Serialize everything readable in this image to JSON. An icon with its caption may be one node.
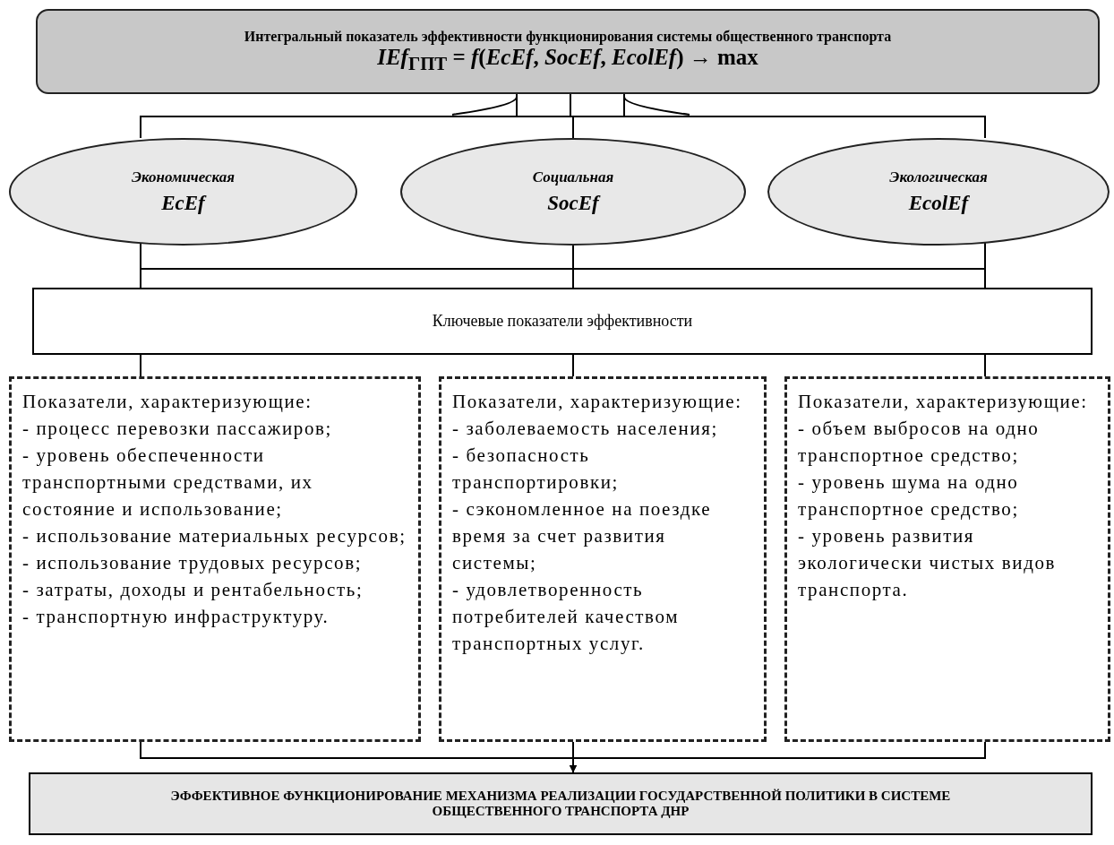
{
  "diagram": {
    "nodes": [
      {
        "text": [
          "Интегральный показатель эффективности функционирования системы общественного транспорта",
          "*IEf*$_{ГПТ}$ = *f*(*EcEf*, *SocEf*, *EcolEf*) → max"
        ]
      },
      {
        "text": [
          "Экономическая",
          "EcEf"
        ]
      },
      {
        "text": [
          "Социальная",
          "SocEf"
        ]
      },
      {
        "text": [
          "Экологическая",
          "EcolEf"
        ]
      },
      {
        "text": [
          "Ключевые показатели эффективности"
        ]
      },
      {
        "text": [
          "Показатели, характеризующие:",
          "- процесс перевозки пассажиров;",
          "- уровень обеспеченности транспортными средствами, их состояние и использование;",
          "- использование материальных ресурсов;",
          "- использование трудовых ресурсов;",
          "- затраты, доходы и рентабельность;",
          "- транспортную инфраструктуру."
        ]
      },
      {
        "text": [
          "Показатели, характеризующие:",
          "- заболеваемость населения;",
          "- безопасность транспортировки;",
          "- сэкономленное на поездке время за счет развития системы;",
          "- удовлетворенность потребителей качеством транспортных услуг."
        ]
      },
      {
        "text": [
          "Показатели, характеризующие:",
          "- объем выбросов на одно транспортное средство;",
          "- уровень шума на одно транспортное средство;",
          "- уровень развития экологически чистых видов транспорта."
        ]
      },
      {
        "text": [
          "ЭФФЕКТИВНОЕ ФУНКЦИОНИРОВАНИЕ МЕХАНИЗМА РЕАЛИЗАЦИИ ГОСУДАРСТВЕННОЙ ПОЛИТИКИ В СИСТЕМЕ ОБЩЕСТВЕННОГО ТРАНСПОРТА ДНР"
        ]
      }
    ],
    "edges": [
      {
        "from": 0,
        "to": 1,
        "arrow": "none"
      },
      {
        "from": 0,
        "to": 2,
        "arrow": "none"
      },
      {
        "from": 0,
        "to": 3,
        "arrow": "none"
      },
      {
        "from": 1,
        "to": 4,
        "arrow": "none"
      },
      {
        "from": 2,
        "to": 4,
        "arrow": "none"
      },
      {
        "from": 3,
        "to": 4,
        "arrow": "none"
      },
      {
        "from": 4,
        "to": 5,
        "arrow": "none"
      },
      {
        "from": 4,
        "to": 6,
        "arrow": "none"
      },
      {
        "from": 4,
        "to": 7,
        "arrow": "none"
      },
      {
        "from": 5,
        "to": 8,
        "arrow": "to"
      },
      {
        "from": 6,
        "to": 8,
        "arrow": "to"
      },
      {
        "from": 7,
        "to": 8,
        "arrow": "to"
      }
    ]
  }
}
